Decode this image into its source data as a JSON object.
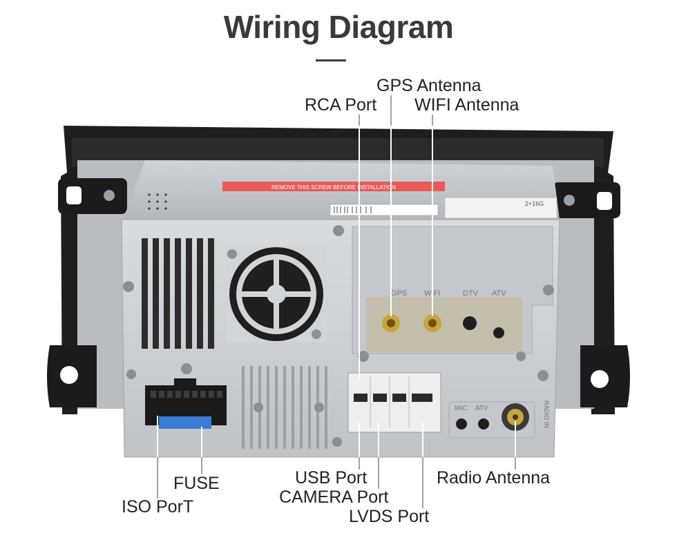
{
  "title": "Wiring Diagram",
  "labels": {
    "gps_antenna": "GPS Antenna",
    "rca_port": "RCA Port",
    "wifi_antenna": "WIFI Antenna",
    "fuse": "FUSE",
    "iso_port": "ISO PorT",
    "usb_port": "USB Port",
    "camera_port": "CAMERA Port",
    "lvds_port": "LVDS Port",
    "radio_antenna": "Radio Antenna"
  },
  "device_markings": {
    "gps": "GPS",
    "wifi": "WIFI",
    "dtv": "DTV",
    "atv": "ATV",
    "mic": "MIC",
    "atv2": "ATV",
    "radio": "RADIO IN",
    "warning": "REMOVE THIS SCREW BEFORE INSTALLATION",
    "sticker": "2+16G"
  },
  "colors": {
    "text": "#222222",
    "title": "#3a3a3a",
    "chassis": "#c9cdd1",
    "bracket": "#1e1e1e",
    "warning_band": "#e85a5a",
    "fuse": "#3a7bd5",
    "connector_gold": "#c9a43a",
    "leader_line": "#ffffff"
  }
}
